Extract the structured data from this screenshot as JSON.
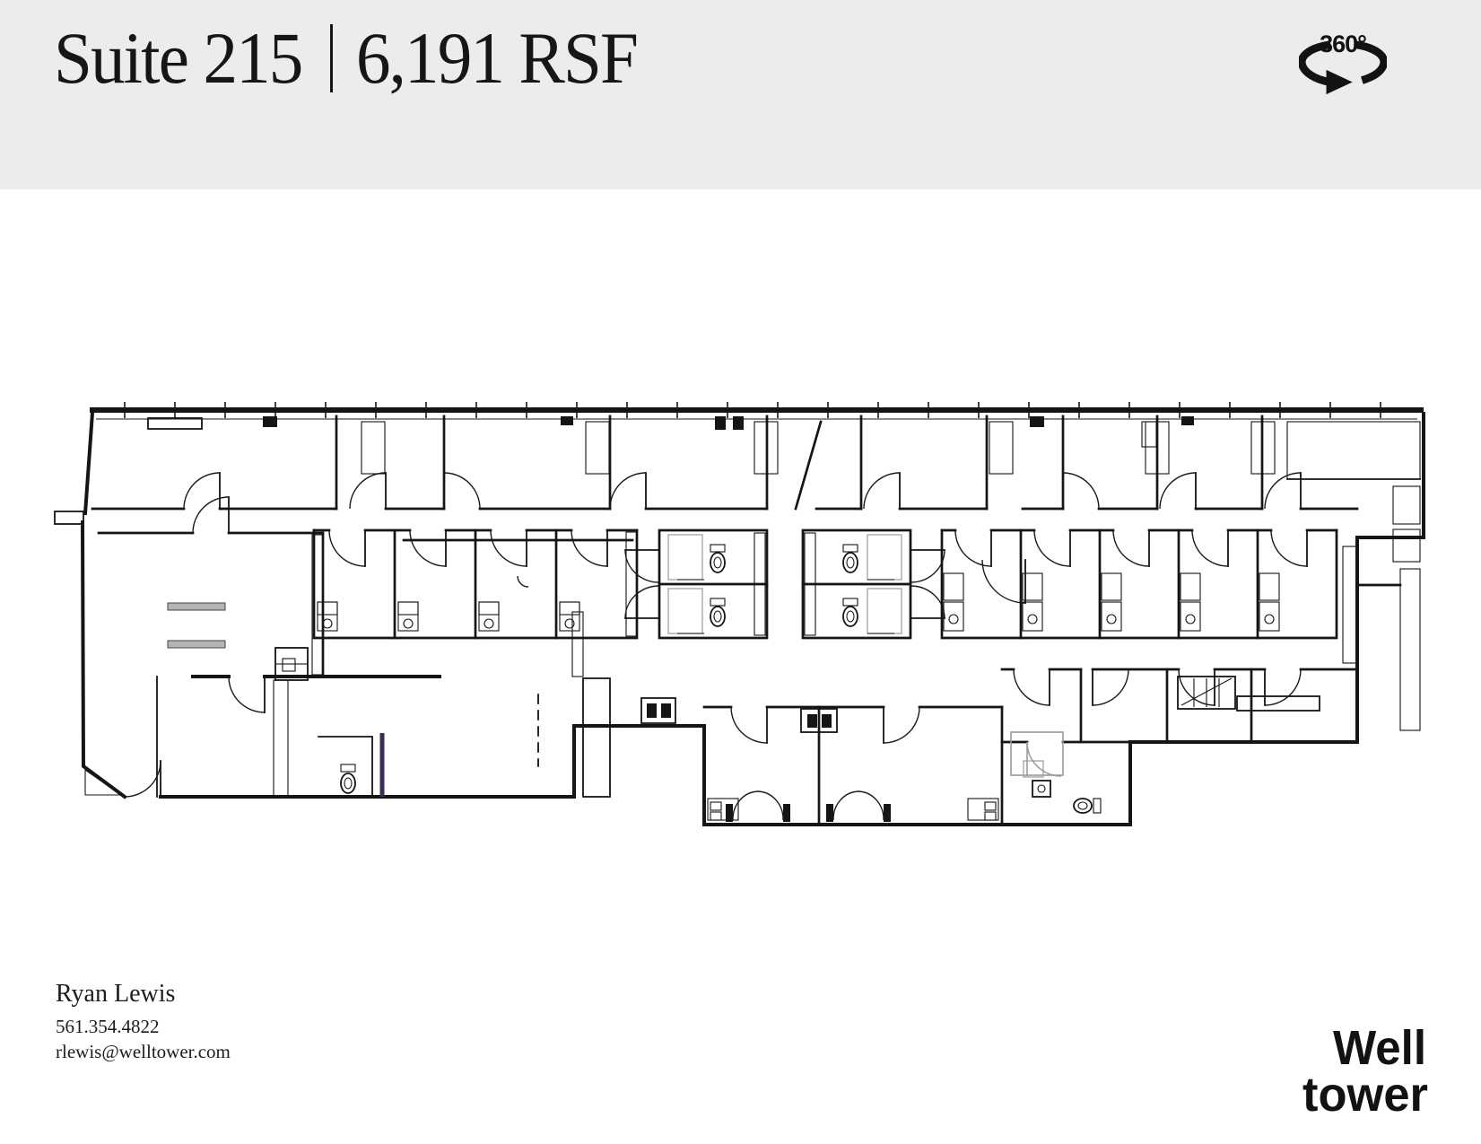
{
  "header": {
    "suite_label": "Suite 215",
    "area_label": "6,191 RSF"
  },
  "viewer": {
    "icon_label": "360°"
  },
  "floor_plan": {
    "description": "Suite 215 floor plan drawing"
  },
  "contact": {
    "name": "Ryan Lewis",
    "phone": "561.354.4822",
    "email": "rlewis@welltower.com"
  },
  "brand": {
    "line1": "Well",
    "line2": "tower"
  },
  "colors": {
    "header_background": "#ECECEA",
    "line_color": "#151515",
    "accent_purple": "#3B2B55"
  }
}
